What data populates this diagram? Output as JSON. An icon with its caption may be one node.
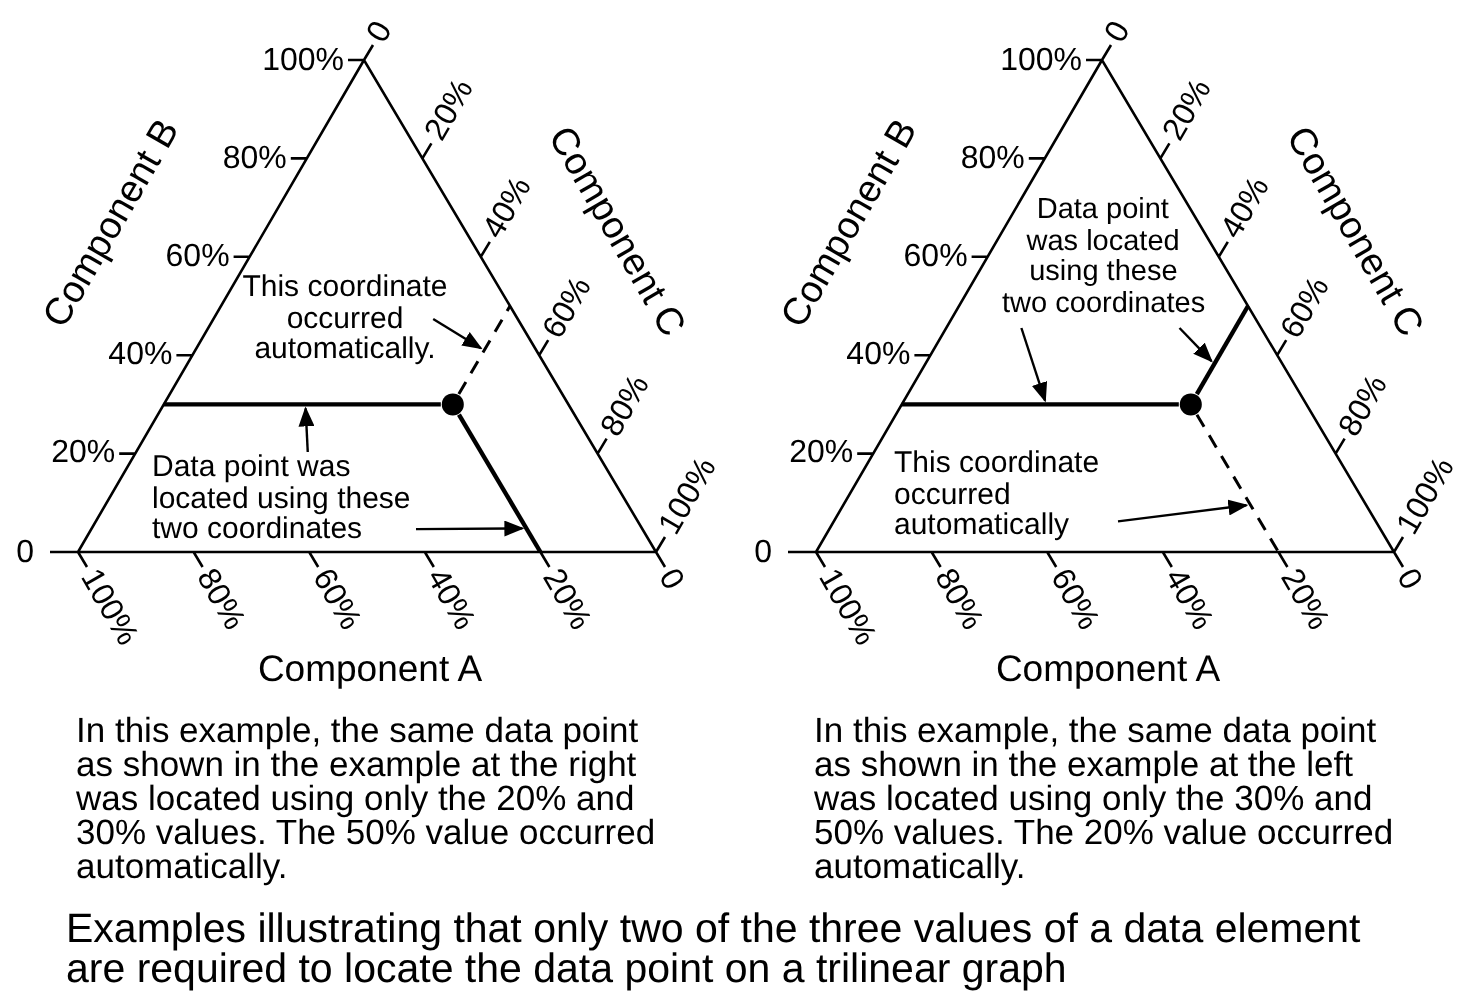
{
  "diagram": {
    "caption": "Examples illustrating that only two of the three values of a data element are required to locate the data point on a trilinear graph",
    "nodes": [
      {
        "text": [
          "This coordinate occurred automatically."
        ]
      },
      {
        "text": [],
        "shape": "line"
      },
      {
        "text": [
          "Data point was located using these two coordinates"
        ]
      },
      {
        "text": [],
        "shape": "line"
      },
      {
        "text": [],
        "shape": "line"
      },
      {
        "text": [
          "Data point was located using these two coordinates"
        ]
      },
      {
        "text": [],
        "shape": "line"
      },
      {
        "text": [],
        "shape": "line"
      },
      {
        "text": [
          "This coordinate occurred automatically"
        ]
      },
      {
        "text": [],
        "shape": "line"
      }
    ],
    "edges": [
      {
        "from": 0,
        "to": 1,
        "arrow": "to"
      },
      {
        "from": 2,
        "to": 3,
        "arrow": "to"
      },
      {
        "from": 2,
        "to": 4,
        "arrow": "to"
      },
      {
        "from": 5,
        "to": 6,
        "arrow": "to"
      },
      {
        "from": 5,
        "to": 7,
        "arrow": "to"
      },
      {
        "from": 8,
        "to": 9,
        "arrow": "to"
      }
    ],
    "labels": [
      "100%",
      "80%",
      "60%",
      "40%",
      "20%",
      "0",
      "0",
      "20%",
      "40%",
      "60%",
      "80%",
      "100%",
      "Component B",
      "Component C",
      "100%",
      "80%",
      "60%",
      "40%",
      "20%",
      "0",
      "Component A",
      "In this example, the same data point as shown in the example at the right was located using only the 20% and 30% values. The 50% value occurred automatically.",
      "100%",
      "80%",
      "60%",
      "40%",
      "20%",
      "0",
      "0",
      "20%",
      "40%",
      "60%",
      "80%",
      "100%",
      "Component B",
      "Component C",
      "100%",
      "80%",
      "60%",
      "40%",
      "20%",
      "0",
      "Component A",
      "In this example, the same data point as shown in the example at the left was located using only the 30% and 50% values. The 20% value occurred automatically."
    ]
  }
}
